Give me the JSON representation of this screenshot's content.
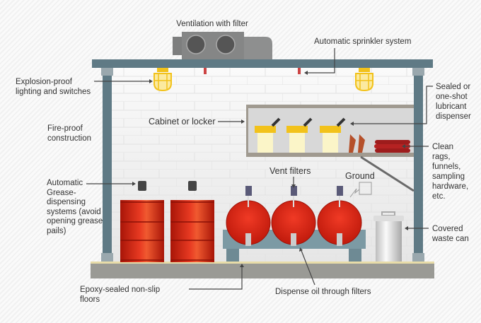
{
  "labels": {
    "ventilation": "Ventilation with filter",
    "sprinkler": "Automatic sprinkler system",
    "lighting": [
      "Explosion-proof",
      "lighting and switches"
    ],
    "fireproof": [
      "Fire-proof",
      "construction"
    ],
    "cabinet": "Cabinet or locker",
    "lubricant": [
      "Sealed or",
      "one-shot",
      "lubricant",
      "dispenser"
    ],
    "rags": [
      "Clean",
      "rags,",
      "funnels,",
      "sampling",
      "hardware,",
      "etc."
    ],
    "grease": [
      "Automatic",
      "Grease-",
      "dispensing",
      "systems (avoid",
      "opening grease",
      "pails)"
    ],
    "vent_filters": "Vent filters",
    "ground": "Ground",
    "waste": [
      "Covered",
      "waste can"
    ],
    "floors": [
      "Epoxy-sealed non-slip",
      "floors"
    ],
    "dispense": "Dispense oil through filters"
  },
  "colors": {
    "frame": "#5f7a85",
    "drum": "#d42a1a",
    "light": "#f2c21b",
    "floor": "#9a9a95",
    "wall": "#f1f1f1"
  }
}
